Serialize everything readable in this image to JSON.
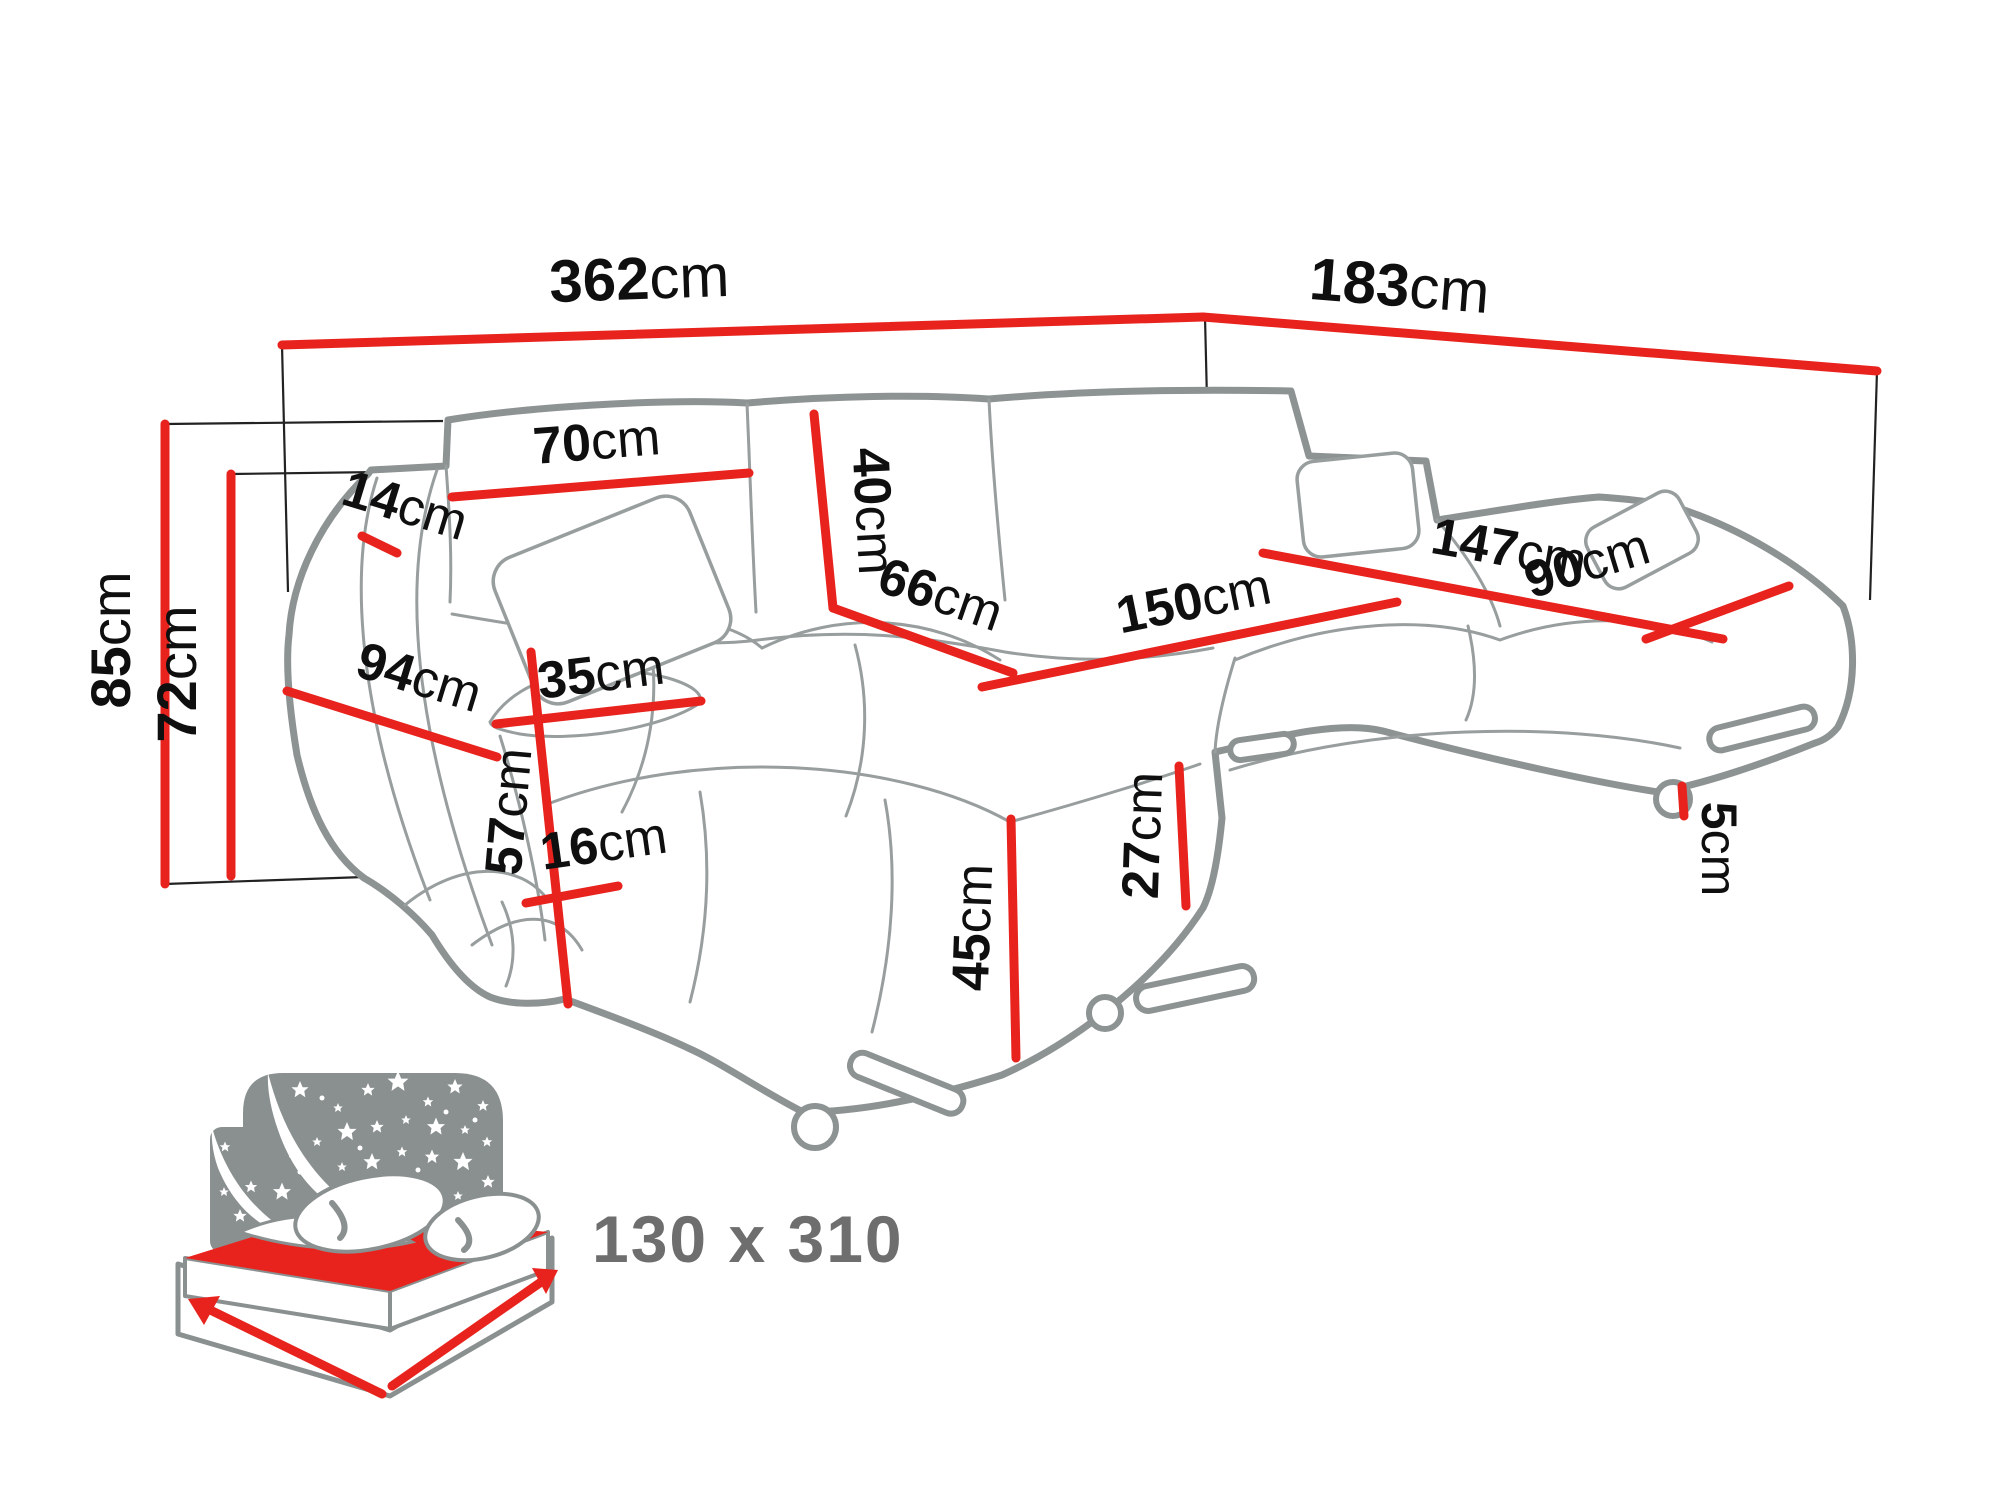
{
  "colors": {
    "dimension_red": "#e8231d",
    "outline_gray": "#8d9393",
    "seam_gray": "#989d9d",
    "guide_black": "#222222",
    "label_black": "#0f0f0f",
    "icon_gray": "#8a8f8f",
    "sleep_text_gray": "#6e6e6e",
    "background": "#ffffff"
  },
  "dims": {
    "d362": {
      "num": "362",
      "unit": "cm"
    },
    "d183": {
      "num": "183",
      "unit": "cm"
    },
    "d85": {
      "num": "85",
      "unit": "cm"
    },
    "d72": {
      "num": "72",
      "unit": "cm"
    },
    "d14": {
      "num": "14",
      "unit": "cm"
    },
    "d70": {
      "num": "70",
      "unit": "cm"
    },
    "d40": {
      "num": "40",
      "unit": "cm"
    },
    "d66": {
      "num": "66",
      "unit": "cm"
    },
    "d150": {
      "num": "150",
      "unit": "cm"
    },
    "d147": {
      "num": "147",
      "unit": "cm"
    },
    "d90": {
      "num": "90",
      "unit": "cm"
    },
    "d94": {
      "num": "94",
      "unit": "cm"
    },
    "d35": {
      "num": "35",
      "unit": "cm"
    },
    "d57": {
      "num": "57",
      "unit": "cm"
    },
    "d16": {
      "num": "16",
      "unit": "cm"
    },
    "d45": {
      "num": "45",
      "unit": "cm"
    },
    "d27": {
      "num": "27",
      "unit": "cm"
    },
    "d5": {
      "num": "5",
      "unit": "cm"
    }
  },
  "sleeping_area": {
    "label": "130 x 310"
  }
}
